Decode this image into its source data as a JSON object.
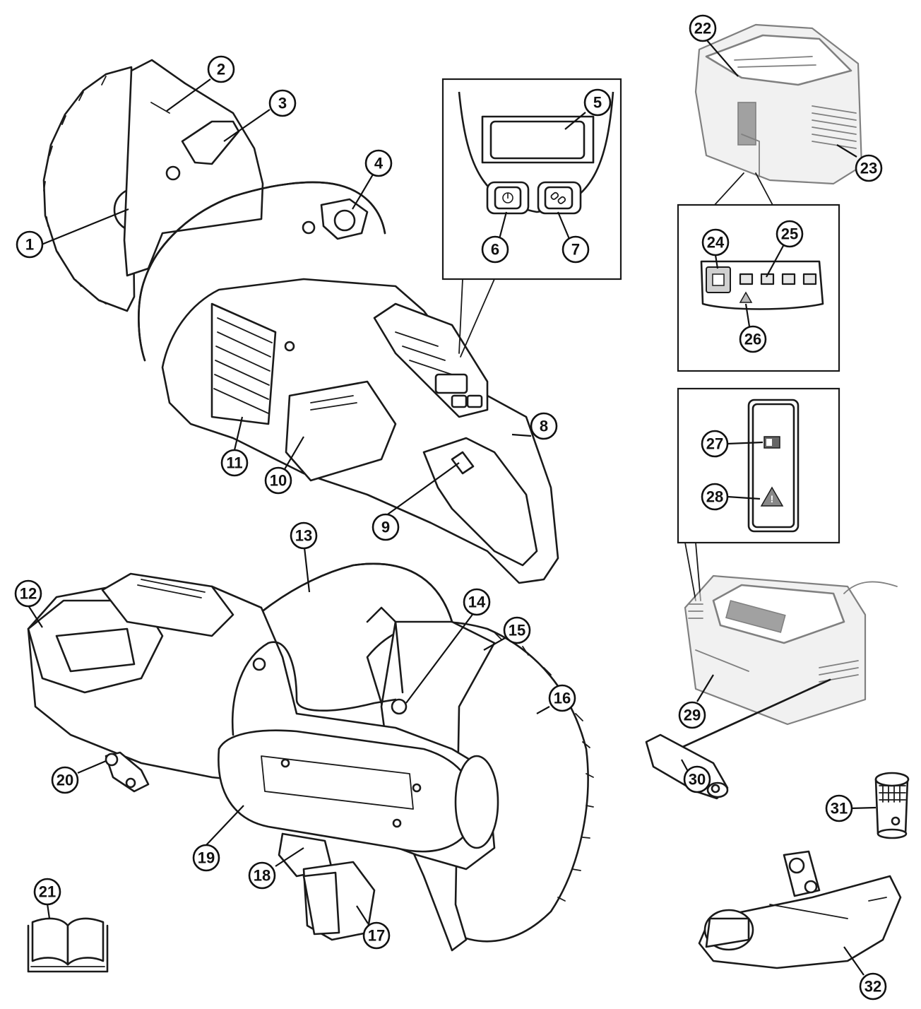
{
  "callouts": [
    {
      "id": "1",
      "label": "1"
    },
    {
      "id": "2",
      "label": "2"
    },
    {
      "id": "3",
      "label": "3"
    },
    {
      "id": "4",
      "label": "4"
    },
    {
      "id": "5",
      "label": "5"
    },
    {
      "id": "6",
      "label": "6"
    },
    {
      "id": "7",
      "label": "7"
    },
    {
      "id": "8",
      "label": "8"
    },
    {
      "id": "9",
      "label": "9"
    },
    {
      "id": "10",
      "label": "10"
    },
    {
      "id": "11",
      "label": "11"
    },
    {
      "id": "12",
      "label": "12"
    },
    {
      "id": "13",
      "label": "13"
    },
    {
      "id": "14",
      "label": "14"
    },
    {
      "id": "15",
      "label": "15"
    },
    {
      "id": "16",
      "label": "16"
    },
    {
      "id": "17",
      "label": "17"
    },
    {
      "id": "18",
      "label": "18"
    },
    {
      "id": "19",
      "label": "19"
    },
    {
      "id": "20",
      "label": "20"
    },
    {
      "id": "21",
      "label": "21"
    },
    {
      "id": "22",
      "label": "22"
    },
    {
      "id": "23",
      "label": "23"
    },
    {
      "id": "24",
      "label": "24"
    },
    {
      "id": "25",
      "label": "25"
    },
    {
      "id": "26",
      "label": "26"
    },
    {
      "id": "27",
      "label": "27"
    },
    {
      "id": "28",
      "label": "28"
    },
    {
      "id": "29",
      "label": "29"
    },
    {
      "id": "30",
      "label": "30"
    },
    {
      "id": "31",
      "label": "31"
    },
    {
      "id": "32",
      "label": "32"
    }
  ],
  "icons": {
    "power_button": "power-icon",
    "link_button": "link-icon",
    "battery_indicator": "battery-icon",
    "warning_indicator": "warning-triangle-icon",
    "manual": "open-book-icon"
  },
  "colors": {
    "line": "#1a1a1a",
    "background": "#ffffff"
  }
}
